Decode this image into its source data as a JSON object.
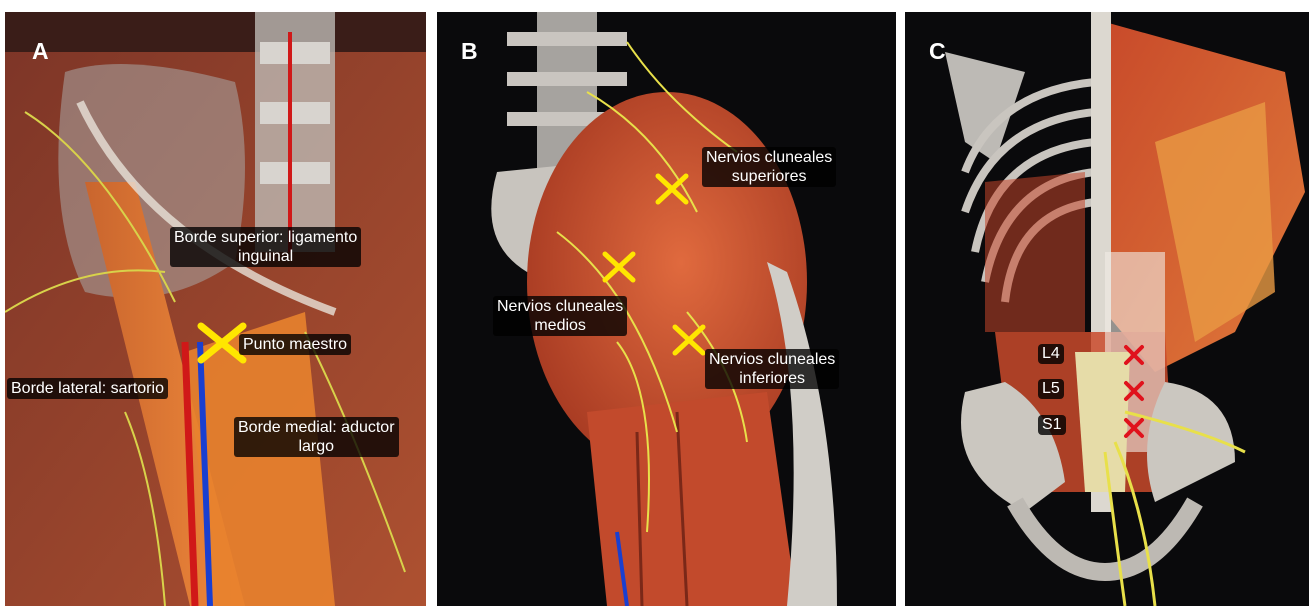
{
  "panels": {
    "a": {
      "letter": "A",
      "labels": {
        "upper_1": "Borde superior: ligamento",
        "upper_2": "inguinal",
        "master": "Punto maestro",
        "lateral": "Borde lateral: sartorio",
        "medial_1": "Borde medial: aductor",
        "medial_2": "largo"
      }
    },
    "b": {
      "letter": "B",
      "labels": {
        "superior_1": "Nervios cluneales",
        "superior_2": "superiores",
        "medial_1": "Nervios cluneales",
        "medial_2": "medios",
        "inferior_1": "Nervios cluneales",
        "inferior_2": "inferiores"
      }
    },
    "c": {
      "letter": "C",
      "levels": [
        "L4",
        "L5",
        "S1"
      ]
    }
  },
  "colors": {
    "yellow_marker": "#ffe600",
    "red_marker": "#e0121c",
    "muscle": "#c8452a",
    "bone": "#d9d6cf",
    "nerve": "#e8e04a"
  }
}
